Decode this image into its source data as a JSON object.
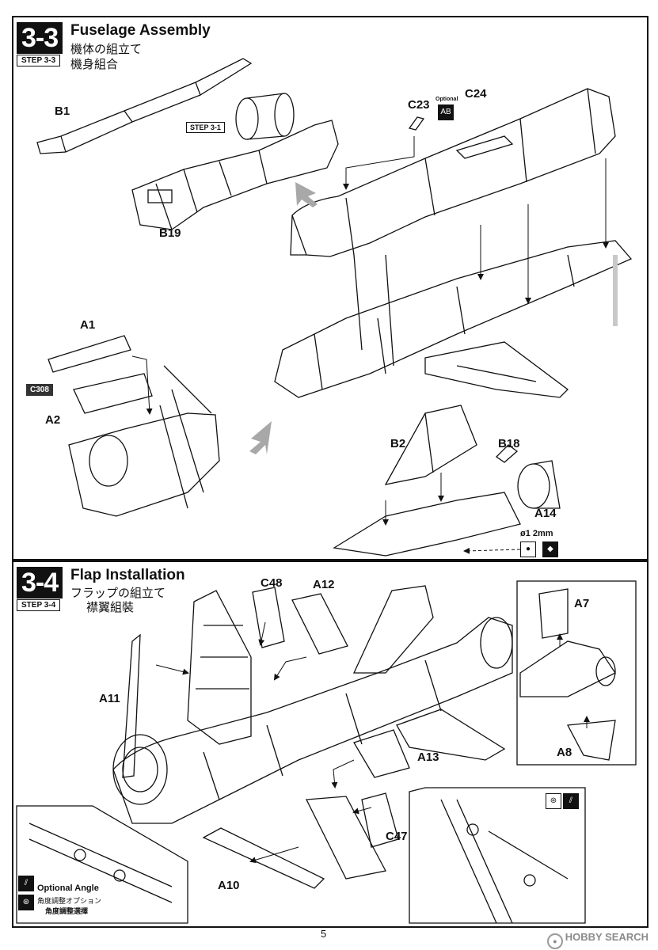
{
  "step33": {
    "number": "3-3",
    "tag": "STEP 3-3",
    "title_en": "Fuselage Assembly",
    "title_ja": "機体の組立て",
    "title_zh": "機身組合",
    "labels": {
      "b1": "B1",
      "b19": "B19",
      "step31": "STEP 3-1",
      "c23": "C23",
      "c24": "C24",
      "optional": "Optional",
      "a1": "A1",
      "a2": "A2",
      "c308": "C308",
      "b2": "B2",
      "b18": "B18",
      "a14": "A14",
      "drill": "ø1 2mm",
      "opt_a": "A",
      "opt_b": "B"
    }
  },
  "step34": {
    "number": "3-4",
    "tag": "STEP 3-4",
    "title_en": "Flap Installation",
    "title_ja": "フラップの組立て",
    "title_zh": "襟翼組裝",
    "labels": {
      "c48": "C48",
      "a12": "A12",
      "a11": "A11",
      "a13": "A13",
      "c47": "C47",
      "a10": "A10",
      "a7": "A7",
      "a8": "A8"
    },
    "optional_angle": {
      "en": "Optional Angle",
      "ja": "角度調整オプション",
      "zh": "角度調整選擇"
    }
  },
  "footer": {
    "page_number": "5",
    "watermark": "HOBBY SEARCH"
  },
  "colors": {
    "ink": "#111111",
    "arrow_gray": "#9a9a9a",
    "watermark": "#8a8a8a"
  }
}
